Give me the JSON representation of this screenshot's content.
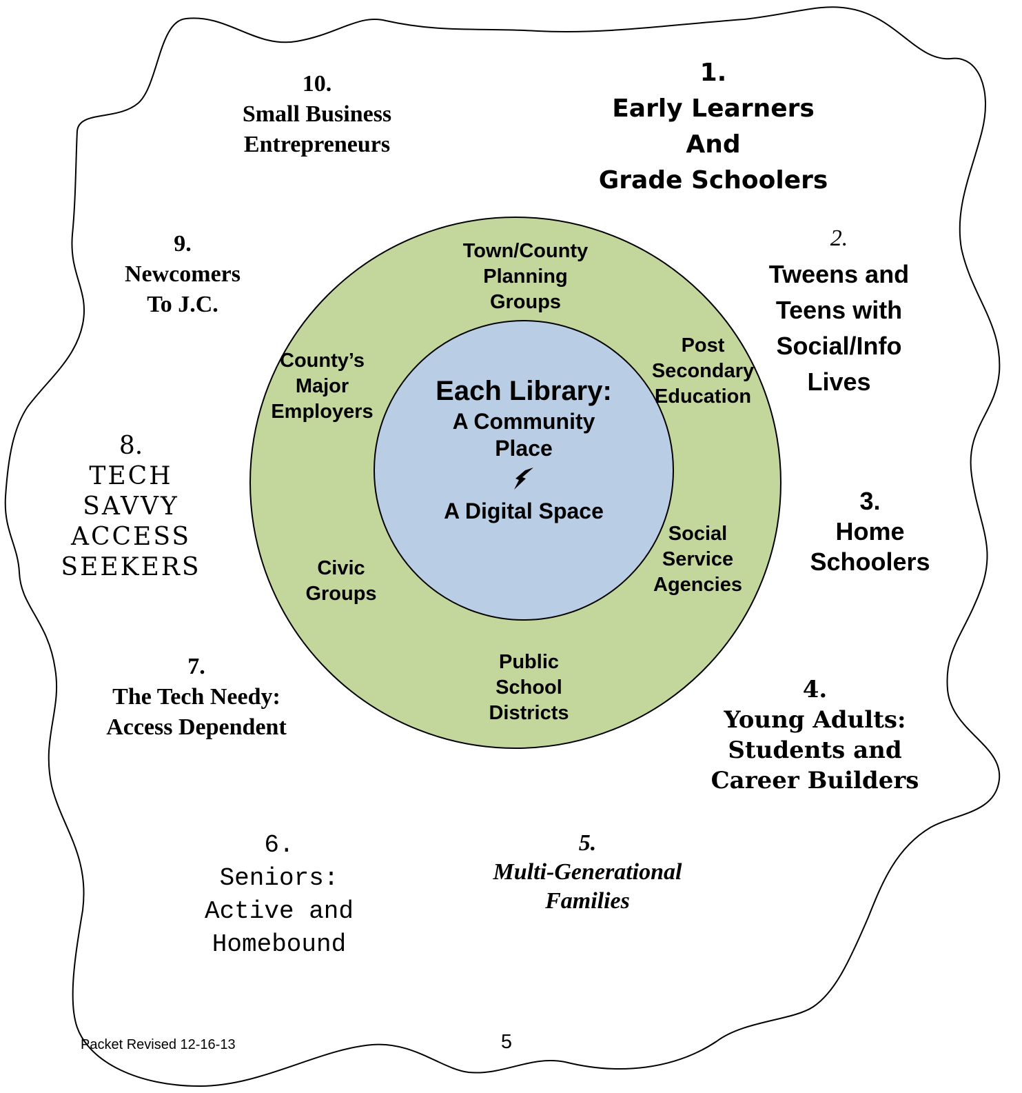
{
  "outer_segments": {
    "seg_10": {
      "number": "10.",
      "lines": [
        "Small Business",
        "Entrepreneurs"
      ]
    },
    "seg_1": {
      "number": "1.",
      "lines": [
        "Early Learners",
        "And",
        "Grade Schoolers"
      ]
    },
    "seg_9": {
      "number": "9.",
      "lines": [
        "Newcomers",
        "To J.C."
      ]
    },
    "seg_2": {
      "number": "2.",
      "lines": [
        "Tweens and",
        "Teens with",
        "Social/Info",
        "Lives"
      ]
    },
    "seg_8": {
      "number": "8.",
      "lines": [
        "Tech",
        "Savvy",
        "Access",
        "Seekers"
      ]
    },
    "seg_3": {
      "number": "3.",
      "lines": [
        "Home",
        "Schoolers"
      ]
    },
    "seg_7": {
      "number": "7.",
      "lines": [
        "The Tech Needy:",
        "Access Dependent"
      ]
    },
    "seg_4": {
      "number": "4.",
      "lines": [
        "Young Adults:",
        "Students and",
        "Career Builders"
      ]
    },
    "seg_6": {
      "number": "6.",
      "lines": [
        "Seniors:",
        "Active and",
        "Homebound"
      ]
    },
    "seg_5": {
      "number": "5.",
      "lines": [
        "Multi-Generational",
        "Families"
      ]
    }
  },
  "ring_labels": {
    "town": [
      "Town/County",
      "Planning",
      "Groups"
    ],
    "post": [
      "Post",
      "Secondary",
      "Education"
    ],
    "county": [
      "County’s",
      "Major",
      "Employers"
    ],
    "social": [
      "Social",
      "Service",
      "Agencies"
    ],
    "civic": [
      "Civic",
      "Groups"
    ],
    "public": [
      "Public",
      "School",
      "Districts"
    ]
  },
  "center": {
    "title": "Each Library:",
    "line1": "A Community",
    "line2": "Place",
    "icon": "lightning-bolt-icon",
    "line3": "A Digital Space"
  },
  "footer": {
    "revision": "Packet Revised 12-16-13",
    "page_number": "5"
  },
  "colors": {
    "outer_ring_fill": "#c3d69b",
    "inner_circle_fill": "#b9cde5",
    "stroke": "#000000"
  }
}
